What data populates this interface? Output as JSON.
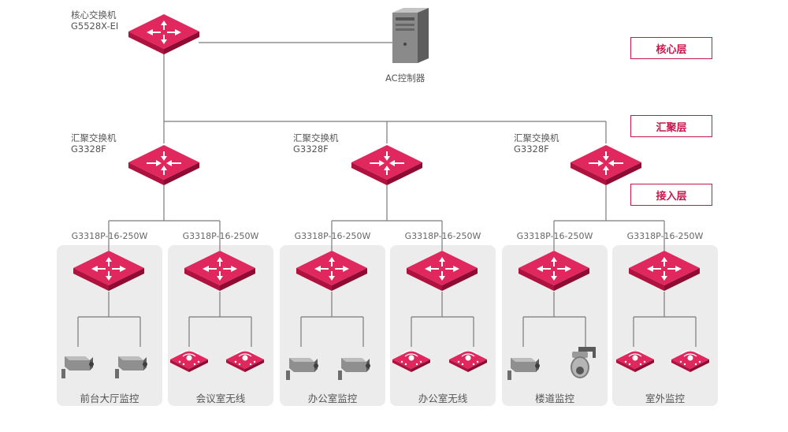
{
  "core_switch": {
    "line1": "核心交换机",
    "line2": "G5528X-EI",
    "icon": "router-icon"
  },
  "server": {
    "label": "AC控制器",
    "icon": "server-tower-icon"
  },
  "aggregation_switches": [
    {
      "line1": "汇聚交换机",
      "line2": "G3328F"
    },
    {
      "line1": "汇聚交换机",
      "line2": "G3328F"
    },
    {
      "line1": "汇聚交换机",
      "line2": "G3328F"
    }
  ],
  "access_switches": [
    {
      "model": "G3318P-16-250W",
      "caption": "前台大厅监控",
      "devices": [
        "camera",
        "camera"
      ]
    },
    {
      "model": "G3318P-16-250W",
      "caption": "会议室无线",
      "devices": [
        "access-point",
        "access-point"
      ]
    },
    {
      "model": "G3318P-16-250W",
      "caption": "办公室监控",
      "devices": [
        "camera",
        "camera"
      ]
    },
    {
      "model": "G3318P-16-250W",
      "caption": "办公室无线",
      "devices": [
        "access-point",
        "access-point"
      ]
    },
    {
      "model": "G3318P-16-250W",
      "caption": "楼道监控",
      "devices": [
        "camera",
        "dome-camera"
      ]
    },
    {
      "model": "G3318P-16-250W",
      "caption": "室外监控",
      "devices": [
        "access-point",
        "access-point"
      ]
    }
  ],
  "layers": {
    "core": "核心层",
    "aggregation": "汇聚层",
    "access": "接入层"
  },
  "colors": {
    "accent": "#d8154f",
    "panel": "#ececec",
    "line": "#7a7a7a"
  }
}
